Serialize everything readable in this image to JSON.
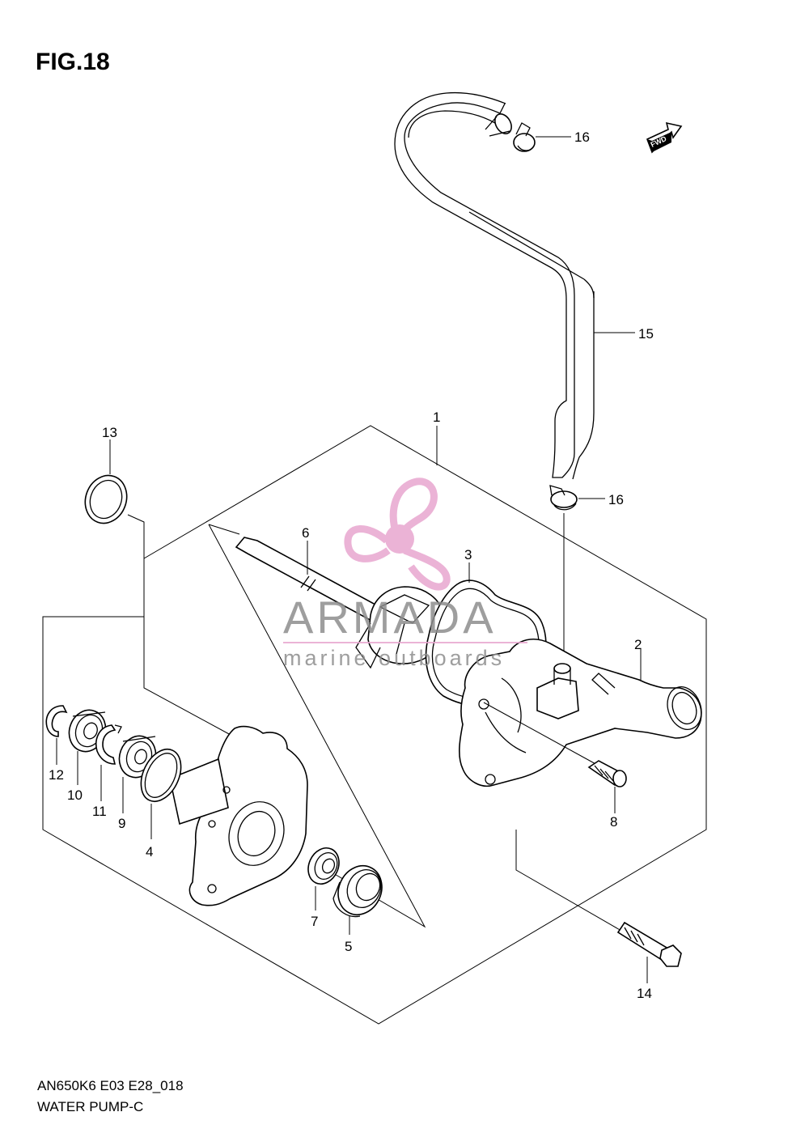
{
  "figure": {
    "title": "FIG.18",
    "code": "AN650K6 E03 E28_018",
    "name": "WATER PUMP-C",
    "fwd_label": "FWD"
  },
  "watermark": {
    "brand": "ARMADA",
    "tagline": "marine outboards",
    "logo_icon": "propeller-icon",
    "color": "#e8a6cf"
  },
  "callouts": {
    "p1": "1",
    "p2": "2",
    "p3": "3",
    "p4": "4",
    "p5": "5",
    "p6": "6",
    "p7": "7",
    "p8": "8",
    "p9": "9",
    "p10": "10",
    "p11": "11",
    "p12": "12",
    "p13": "13",
    "p14": "14",
    "p15": "15",
    "p16a": "16",
    "p16b": "16"
  }
}
